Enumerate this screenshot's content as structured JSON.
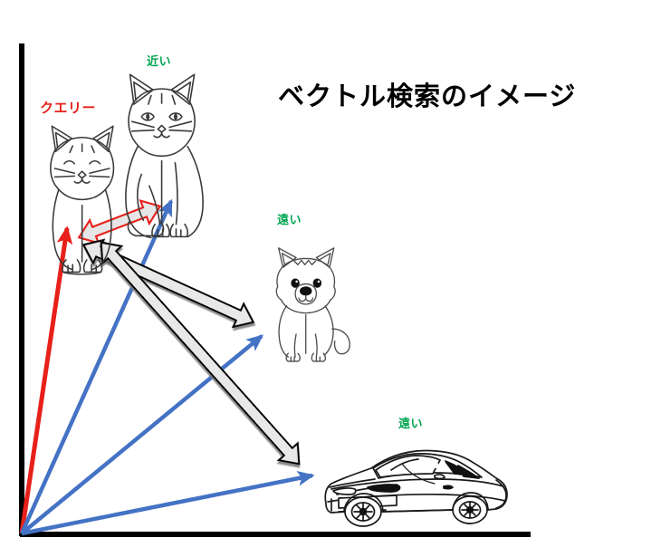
{
  "figure": {
    "title": "ベクトル検索のイメージ",
    "background_color": "#ffffff",
    "axis_color": "#000000",
    "query_color": "#e8201a",
    "vector_color": "#4472c4",
    "distance_arrow_fill": "#e6e6e6",
    "distance_arrow_stroke": "#000000",
    "near_far_color": "#00a550"
  },
  "labels": {
    "query": "クエリー",
    "near_cat": "近い",
    "far_dog": "遠い",
    "far_car": "遠い"
  },
  "items": [
    {
      "name": "query-cat",
      "label": "クエリー",
      "label_color": "#e8201a",
      "vector_color": "#e8201a"
    },
    {
      "name": "near-cat",
      "label": "近い",
      "label_color": "#00a550",
      "vector_color": "#4472c4"
    },
    {
      "name": "far-dog",
      "label": "遠い",
      "label_color": "#00a550",
      "vector_color": "#4472c4"
    },
    {
      "name": "far-car",
      "label": "遠い",
      "label_color": "#00a550",
      "vector_color": "#4472c4"
    }
  ],
  "chart_data": {
    "type": "scatter",
    "title": "ベクトル検索のイメージ",
    "xlabel": "",
    "ylabel": "",
    "grid": false,
    "legend": "none",
    "axis_origin": [
      22,
      592
    ],
    "xlim": [
      0,
      585
    ],
    "ylim": [
      0,
      545
    ],
    "vectors": [
      {
        "label": "クエリー",
        "color": "#e8201a",
        "from": [
          22,
          592
        ],
        "to": [
          74,
          248
        ],
        "kind": "query"
      },
      {
        "label": "近い",
        "color": "#4472c4",
        "from": [
          22,
          592
        ],
        "to": [
          190,
          218
        ],
        "kind": "document"
      },
      {
        "label": "遠い",
        "color": "#4472c4",
        "from": [
          22,
          592
        ],
        "to": [
          291,
          368
        ],
        "kind": "document"
      },
      {
        "label": "遠い",
        "color": "#4472c4",
        "from": [
          22,
          592
        ],
        "to": [
          347,
          523
        ],
        "kind": "document"
      }
    ],
    "distance_arrows": [
      {
        "label": "近い",
        "from": [
          88,
          262
        ],
        "to": [
          176,
          228
        ],
        "style": "double-headed",
        "color": "#e8201a"
      },
      {
        "label": "遠い",
        "from": [
          92,
          272
        ],
        "to": [
          280,
          355
        ],
        "style": "double-headed",
        "color": "#000000"
      },
      {
        "label": "遠い",
        "from": [
          112,
          268
        ],
        "to": [
          330,
          512
        ],
        "style": "double-headed",
        "color": "#000000"
      }
    ]
  }
}
